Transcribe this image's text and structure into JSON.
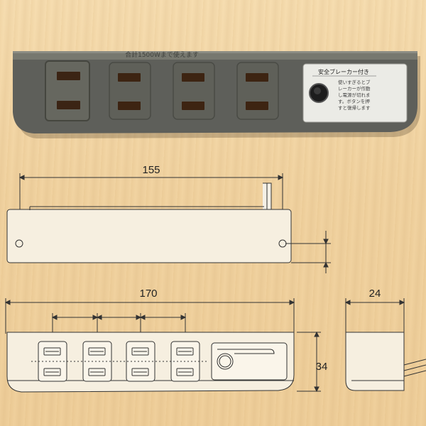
{
  "product_photo": {
    "rating_text": "合計1500Wまで使えます",
    "breaker_label": "安全ブレーカー付き",
    "breaker_notice": "使いすぎるとブレーカーが作動して電源が切れます。ボタンを押すと復帰します。"
  },
  "dimensions": {
    "top_view_width": "155",
    "front_view_width": "170",
    "height": "34",
    "depth": "24"
  },
  "colors": {
    "body_dark": "#5c5d58",
    "outlet_face": "#60615b",
    "slot_brown": "#3d2412",
    "label_panel": "#e9e9e4",
    "background_wood": "#f1d3a1"
  }
}
